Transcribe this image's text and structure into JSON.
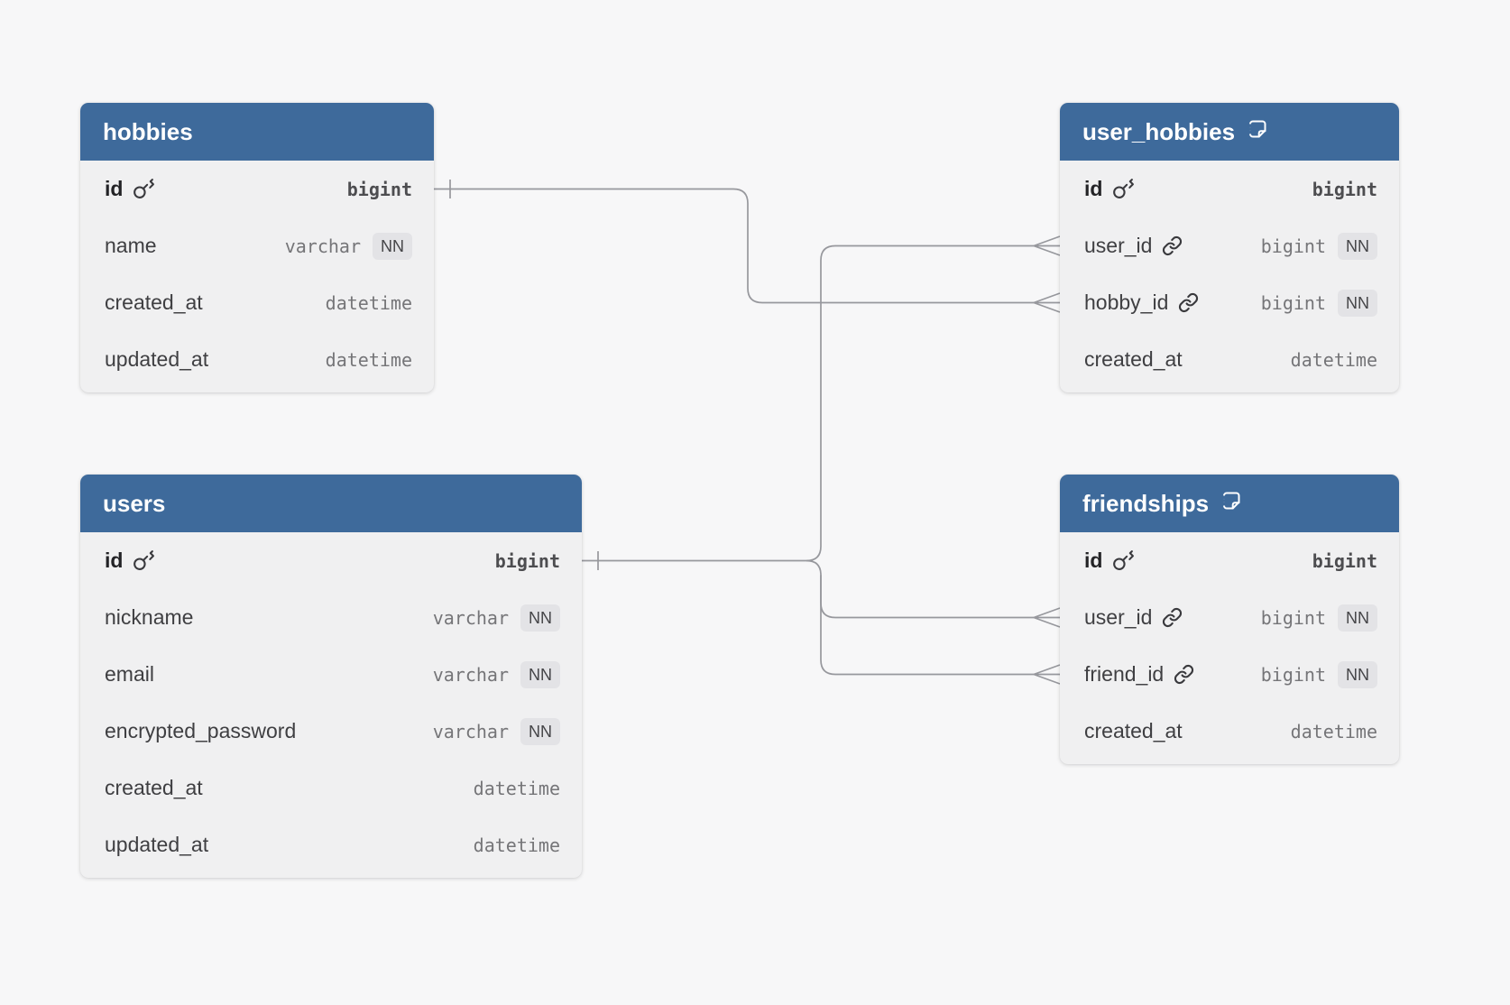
{
  "app": {
    "background_color": "#f7f7f8",
    "table_header_color": "#3e6a9b",
    "table_body_color": "#f0f0f1",
    "wire_color": "#97989d"
  },
  "labels": {
    "nn": "NN"
  },
  "icons": {
    "primary_key": "key-icon",
    "foreign_key": "link-icon",
    "table_note": "note-icon"
  },
  "tables": [
    {
      "title": "hobbies",
      "has_note": false,
      "columns": [
        {
          "name": "id",
          "type": "bigint",
          "key": "primary"
        },
        {
          "name": "name",
          "type": "varchar",
          "not_null": true
        },
        {
          "name": "created_at",
          "type": "datetime"
        },
        {
          "name": "updated_at",
          "type": "datetime"
        }
      ]
    },
    {
      "title": "user_hobbies",
      "has_note": true,
      "columns": [
        {
          "name": "id",
          "type": "bigint",
          "key": "primary"
        },
        {
          "name": "user_id",
          "type": "bigint",
          "key": "foreign",
          "not_null": true
        },
        {
          "name": "hobby_id",
          "type": "bigint",
          "key": "foreign",
          "not_null": true
        },
        {
          "name": "created_at",
          "type": "datetime"
        }
      ]
    },
    {
      "title": "users",
      "has_note": false,
      "columns": [
        {
          "name": "id",
          "type": "bigint",
          "key": "primary"
        },
        {
          "name": "nickname",
          "type": "varchar",
          "not_null": true
        },
        {
          "name": "email",
          "type": "varchar",
          "not_null": true
        },
        {
          "name": "encrypted_password",
          "type": "varchar",
          "not_null": true
        },
        {
          "name": "created_at",
          "type": "datetime"
        },
        {
          "name": "updated_at",
          "type": "datetime"
        }
      ]
    },
    {
      "title": "friendships",
      "has_note": true,
      "columns": [
        {
          "name": "id",
          "type": "bigint",
          "key": "primary"
        },
        {
          "name": "user_id",
          "type": "bigint",
          "key": "foreign",
          "not_null": true
        },
        {
          "name": "friend_id",
          "type": "bigint",
          "key": "foreign",
          "not_null": true
        },
        {
          "name": "created_at",
          "type": "datetime"
        }
      ]
    }
  ],
  "relationships": [
    {
      "from": "hobbies.id",
      "to": "user_hobbies.hobby_id",
      "from_cardinality": "one",
      "to_cardinality": "many"
    },
    {
      "from": "users.id",
      "to": "user_hobbies.user_id",
      "from_cardinality": "one",
      "to_cardinality": "many"
    },
    {
      "from": "users.id",
      "to": "friendships.user_id",
      "from_cardinality": "one",
      "to_cardinality": "many"
    },
    {
      "from": "users.id",
      "to": "friendships.friend_id",
      "from_cardinality": "one",
      "to_cardinality": "many"
    }
  ]
}
